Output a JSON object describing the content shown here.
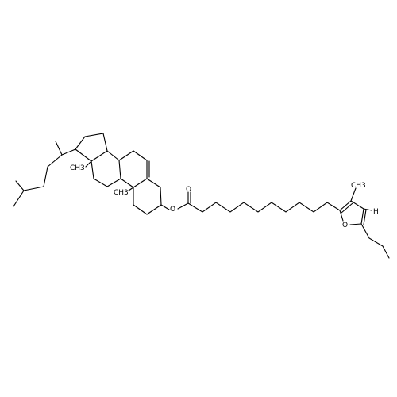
{
  "labels": {
    "methyl_a": "CH3",
    "methyl_b": "CH3",
    "methyl_c": "CH3",
    "ester_o": "O",
    "carbonyl_o": "O",
    "furan_o": "O",
    "furan_h": "H"
  },
  "colors": {
    "bond": "#000000",
    "background": "#ffffff"
  }
}
